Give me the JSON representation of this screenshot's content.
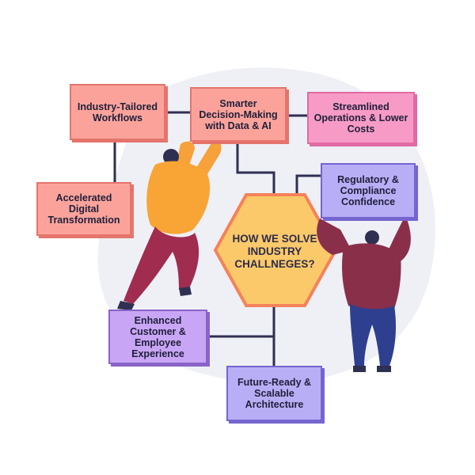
{
  "center": {
    "title": "HOW WE SOLVE INDUSTRY CHALLNEGES?"
  },
  "boxes": {
    "industry_tailored": "Industry-Tailored Workflows",
    "smarter_decisions": "Smarter Decision-Making with Data & AI",
    "streamlined_ops": "Streamlined Operations & Lower Costs",
    "accelerated_digital": "Accelerated Digital Transformation",
    "regulatory": "Regulatory & Compliance Confidence",
    "enhanced_experience": "Enhanced Customer & Employee Experience",
    "future_ready": "Future-Ready & Scalable Architecture"
  },
  "colors": {
    "salmon": "#fba39b",
    "pink": "#f79bc6",
    "violet": "#c9a6f5",
    "blue_violet": "#b8aef5",
    "hexagon_fill": "#fcc96a",
    "hexagon_border": "#f5825a",
    "connector": "#2f2f52",
    "backdrop": "#eef0f6"
  }
}
